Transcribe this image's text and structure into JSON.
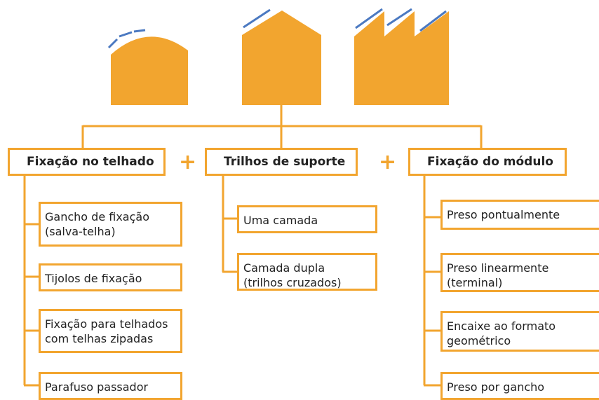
{
  "colors": {
    "accent": "#f2a52f",
    "panel": "#4b79c1",
    "text": "#222222"
  },
  "icons": [
    "curved-roof-building-icon",
    "pitched-roof-building-icon",
    "sawtooth-roof-building-icon"
  ],
  "plus_sign": "+",
  "columns": [
    {
      "title": "Fixação no telhado",
      "items": [
        "Gancho de fixação\n(salva-telha)",
        "Tijolos de fixação",
        "Fixação para telhados\ncom telhas zipadas",
        "Parafuso passador"
      ]
    },
    {
      "title": "Trilhos de suporte",
      "items": [
        "Uma camada",
        "Camada dupla\n(trilhos cruzados)"
      ]
    },
    {
      "title": "Fixação do módulo",
      "items": [
        "Preso pontualmente",
        "Preso linearmente\n(terminal)",
        "Encaixe ao formato\ngeométrico",
        "Preso por gancho"
      ]
    }
  ]
}
